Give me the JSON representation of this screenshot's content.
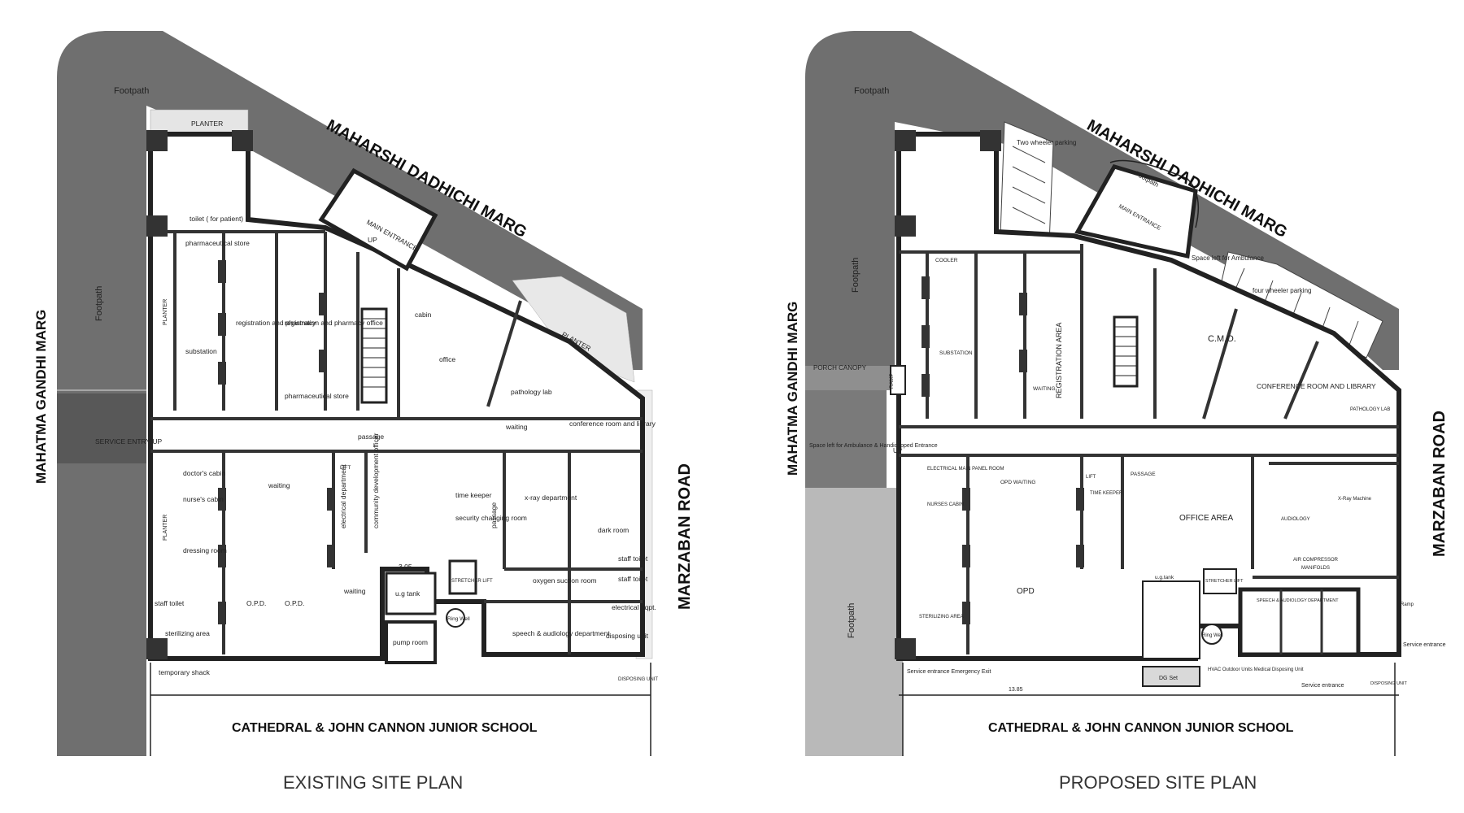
{
  "plans": [
    {
      "caption": "EXISTING SITE PLAN",
      "roads": {
        "north": "MAHARSHI DADHICHI MARG",
        "west": "MAHATMA GANDHI MARG",
        "east": "MARZABAN ROAD",
        "south": "CATHEDRAL & JOHN CANNON JUNIOR SCHOOL"
      },
      "footpath_label": "Footpath",
      "rooms": {
        "planter_top": "PLANTER",
        "toilet": "toilet ( for patient)",
        "pharma_store": "pharmaceutical store",
        "substation": "substation",
        "reg_pharmacy": "registration and pharmacy",
        "reg_office": "registration and pharmacy office",
        "pharma_store2": "pharmaceutical store",
        "main_entrance": "MAIN ENTRANCE",
        "up": "UP",
        "cabin": "cabin",
        "office": "office",
        "pathology": "pathology lab",
        "waiting_right": "waiting",
        "conference": "conference room and library",
        "planter_right": "PLANTER",
        "passage": "passage",
        "service_entry": "SERVICE ENTRY UP",
        "doctors_cabin": "doctor's cabin",
        "nurses_cabin": "nurse's cabin",
        "dressing": "dressing room",
        "waiting_opd": "waiting",
        "opd1": "O.P.D.",
        "opd2": "O.P.D.",
        "waiting_small": "waiting",
        "electrical_dept": "electrical department",
        "community": "community development officer",
        "time_keeper": "time keeper",
        "security": "security changing room",
        "passage_v": "passage",
        "xray": "x-ray department",
        "dark_room": "dark room",
        "oxygen": "oxygen suction room",
        "staff_toilet1": "staff toilet",
        "staff_toilet2": "staff toilet",
        "staff_toilet3": "staff toilet",
        "speech": "speech & audiology department",
        "electrical_eqpt": "electrical eqpt.",
        "disposing": "disposing unit",
        "sterilizing": "sterilizing area",
        "temp_shack": "temporary shack",
        "ug_tank": "u.g tank",
        "pump_room": "pump room",
        "ring_well": "Ring Well",
        "stretcher_lift": "STRETCHER LIFT",
        "lift": "LIFT",
        "disposing_unit2": "DISPOSING UNIT",
        "planter_left": "PLANTER",
        "planter_left2": "PLANTER",
        "dim": "3.05"
      }
    },
    {
      "caption": "PROPOSED SITE PLAN",
      "roads": {
        "north": "MAHARSHI DADHICHI MARG",
        "west": "MAHATMA GANDHI MARG",
        "east": "MARZABAN ROAD",
        "south": "CATHEDRAL & JOHN CANNON JUNIOR SCHOOL"
      },
      "footpath_label": "Footpath",
      "rooms": {
        "two_wheeler": "Two wheeler parking",
        "main_entrance": "MAIN ENTRANCE",
        "footpath_inner": "Footpath",
        "ambulance_space": "Space left for Ambulance",
        "four_wheeler": "four wheeler parking",
        "cooler": "COOLER",
        "substation": "SUBSTATION",
        "registration": "REGISTRATION AREA",
        "waiting": "WAITING",
        "cmo": "C.M.O.",
        "conference": "CONFERENCE ROOM AND LIBRARY",
        "pathology": "PATHOLOGY LAB",
        "porch": "PORCH CANOPY",
        "ramp": "RAMP",
        "handicapped": "Space left for Ambulance & Handicapped Entrance",
        "up": "UP",
        "electrical": "ELECTRICAL MAIN PANEL ROOM",
        "nurses": "NURSES CABIN",
        "opd_waiting": "OPD WAITING",
        "time_keeper": "TIME KEEPER",
        "passage": "PASSAGE",
        "office_area": "OFFICE AREA",
        "opd": "OPD",
        "audiology": "AUDIOLOGY",
        "xray": "X-Ray Machine",
        "air_compressor": "AIR COMPRESSOR",
        "manifolds": "MANIFOLDS",
        "speech": "SPEECH & AUDIOLOGY DEPARTMENT",
        "sterilizing": "STERILIZING AREA",
        "ug_tank": "u.g.tank",
        "stretcher": "STRETCHER LIFT",
        "ring_well": "Ring Well",
        "dg_set": "DG Set",
        "service_entrance_left": "Service entrance Emergency Exit",
        "hvac": "HVAC Outdoor Units Medical Disposing Unit",
        "service_entrance_bottom": "Service entrance",
        "service_entrance_right": "Service entrance",
        "disposing": "DISPOSING UNIT",
        "lift": "LIFT",
        "dim": "13.85",
        "ramp2": "Ramp"
      }
    }
  ]
}
